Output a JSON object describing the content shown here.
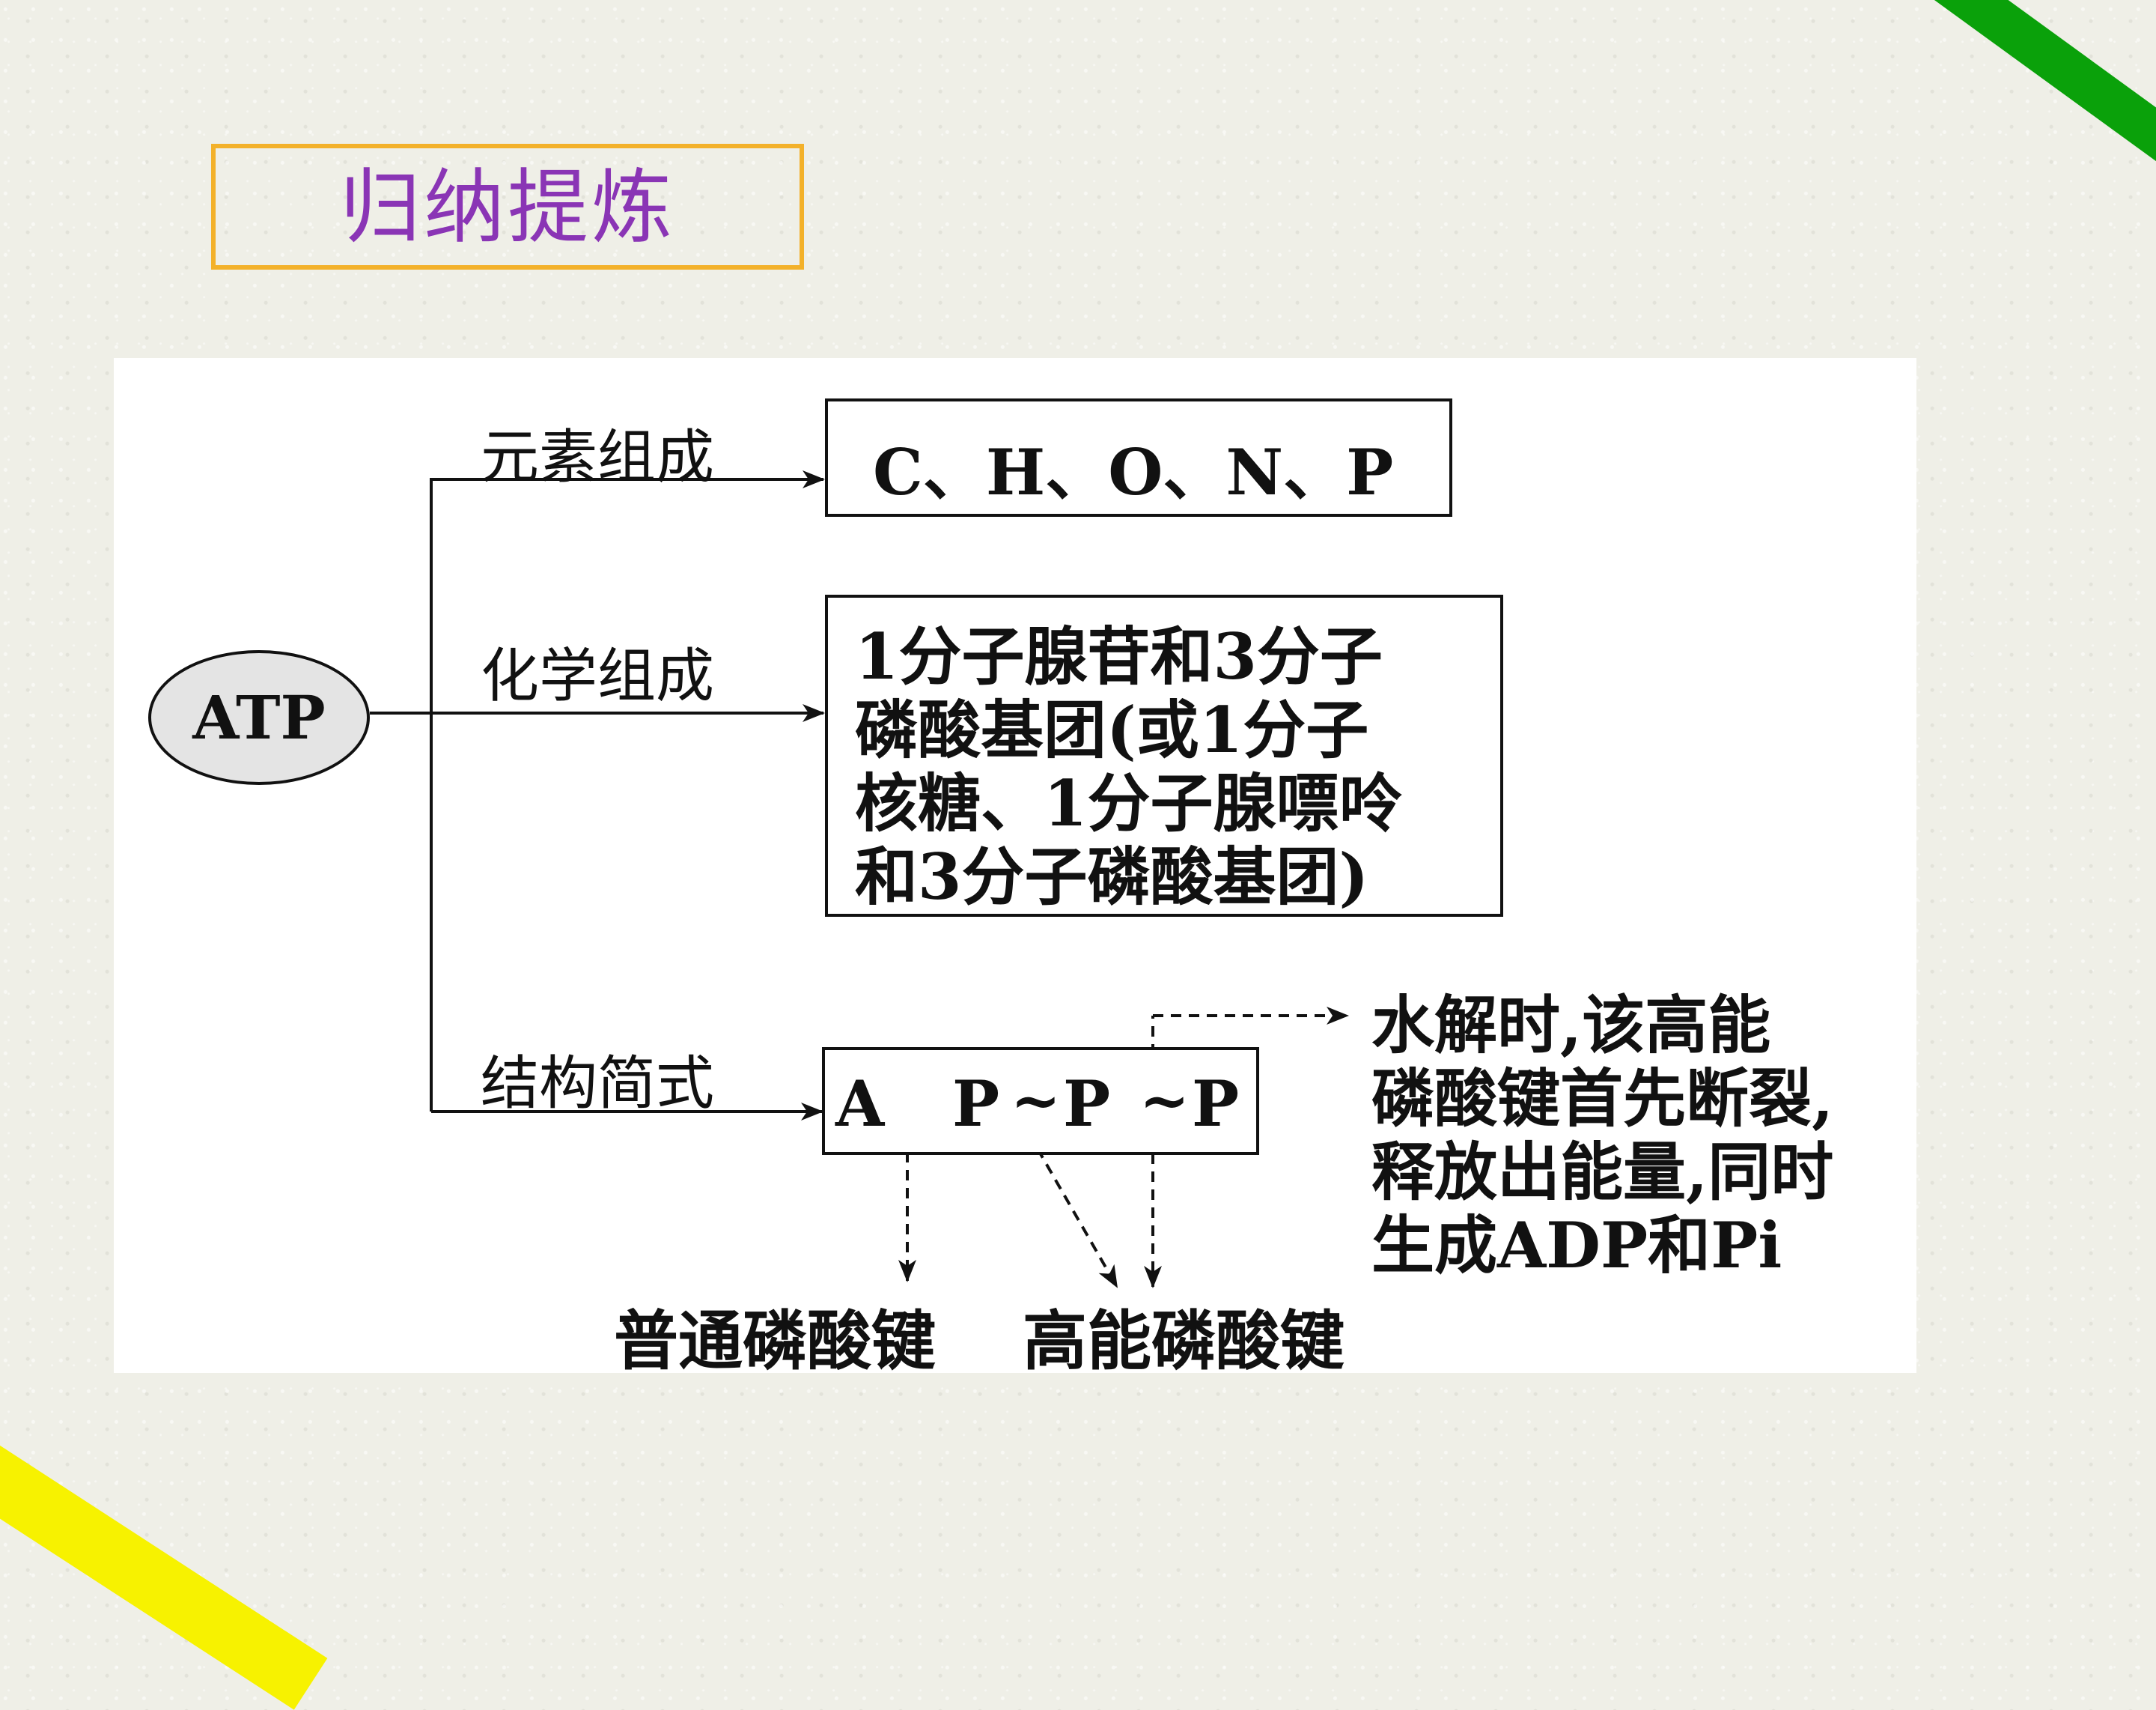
{
  "slide_title": "归纳提炼",
  "diagram": {
    "center_node": "ATP",
    "branches": [
      {
        "label": "元素组成",
        "content": "C、H、O、N、P"
      },
      {
        "label": "化学组成",
        "content_lines": [
          "1分子腺苷和3分子",
          "磷酸基团(或1分子",
          "核糖、1分子腺嘌呤",
          "和3分子磷酸基团)"
        ]
      },
      {
        "label": "结构简式",
        "formula": {
          "a": "A",
          "p1": "P",
          "p2": "P",
          "p3": "P",
          "tilde": "~"
        }
      }
    ],
    "bond_labels": {
      "ordinary": "普通磷酸键",
      "high_energy": "高能磷酸键"
    },
    "hydrolysis_note_lines": [
      "水解时,该高能",
      "磷酸键首先断裂,",
      "释放出能量,同时",
      "生成ADP和Pi"
    ]
  },
  "colors": {
    "title_border": "#f3b12a",
    "title_text": "#8a35b5",
    "stripe_green": "#0aa10a",
    "stripe_yellow": "#f7f200",
    "oval_fill": "#e4e4e4"
  }
}
